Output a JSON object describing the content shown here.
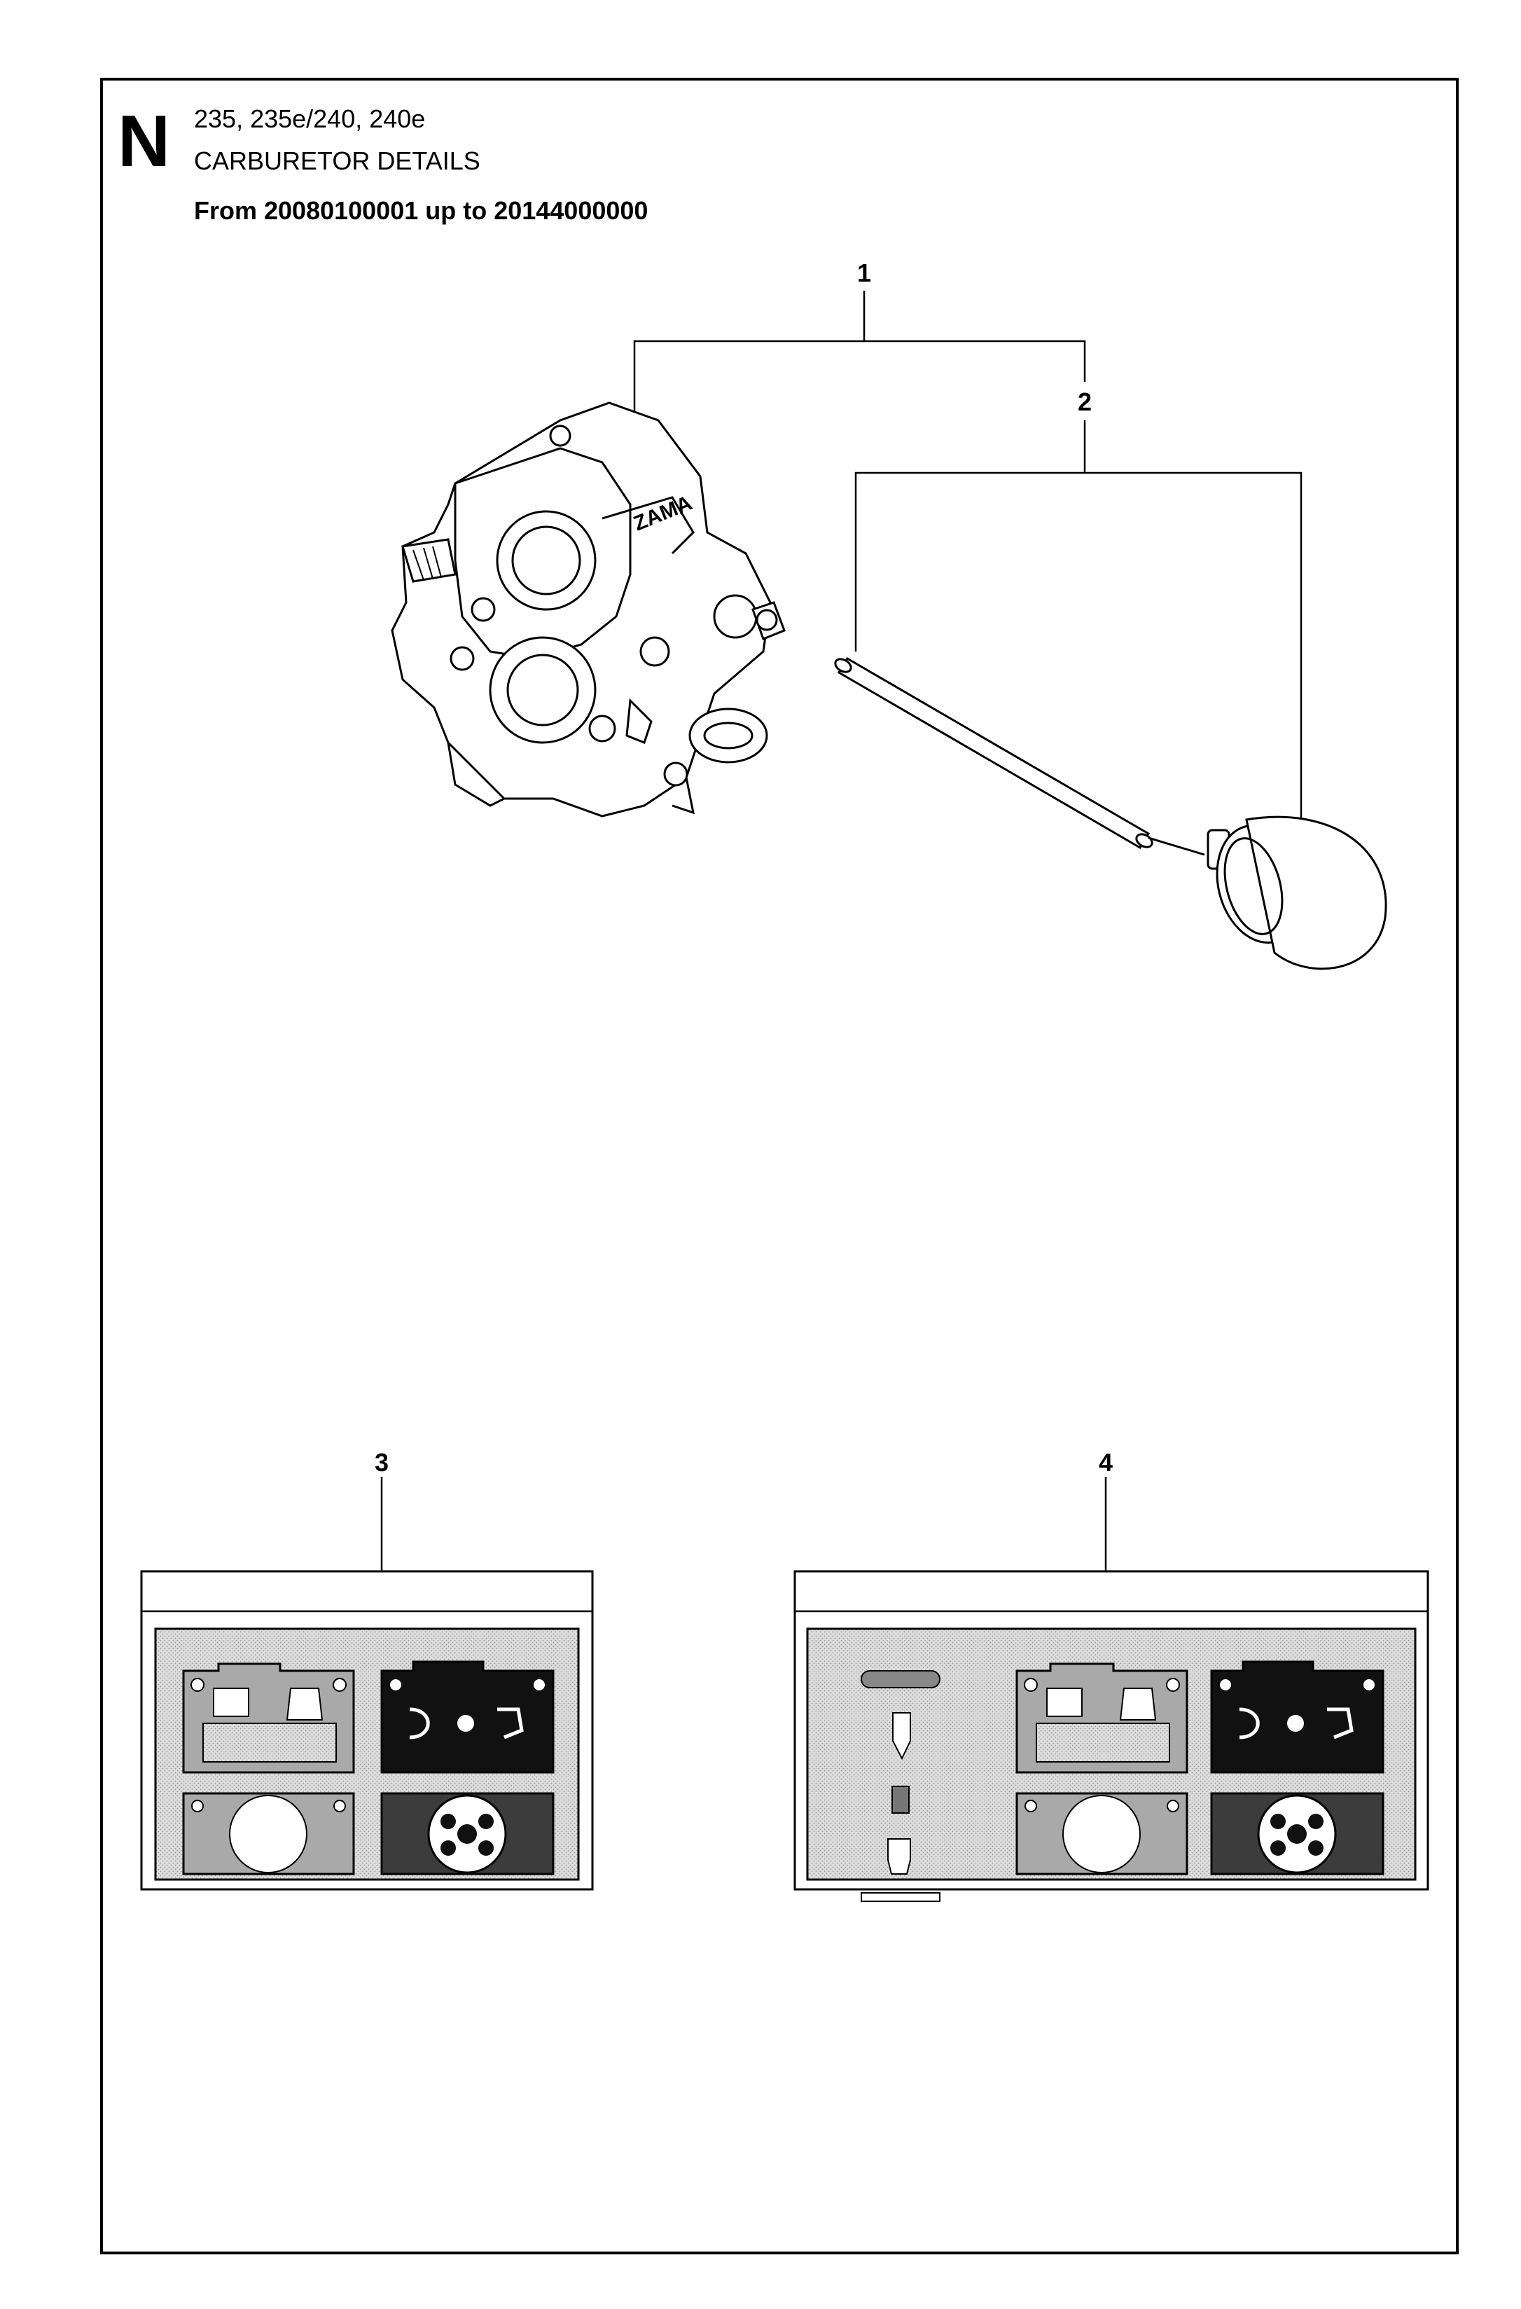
{
  "header": {
    "section_letter": "N",
    "models": "235, 235e/240, 240e",
    "title": "CARBURETOR DETAILS",
    "serial_range": "From 20080100001 up to 20144000000"
  },
  "callouts": {
    "c1": "1",
    "c2": "2",
    "c3": "3",
    "c4": "4"
  },
  "illustrations": {
    "carburetor_brand_marking": "ZAMA"
  }
}
